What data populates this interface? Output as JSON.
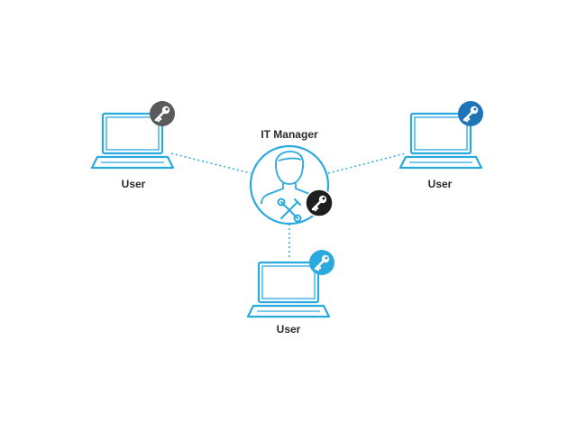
{
  "manager": {
    "label": "IT Manager",
    "person_icon": "person-icon",
    "tools_icon": "tools-icon",
    "key_icon": "key-icon",
    "key_badge_color": "#1e1e1e"
  },
  "users": [
    {
      "id": "left",
      "label": "User",
      "icon": "laptop-icon",
      "key_icon": "key-icon",
      "key_badge_color": "#5a5a5a"
    },
    {
      "id": "right",
      "label": "User",
      "icon": "laptop-icon",
      "key_icon": "key-icon",
      "key_badge_color": "#1f74b8"
    },
    {
      "id": "bottom",
      "label": "User",
      "icon": "laptop-icon",
      "key_icon": "key-icon",
      "key_badge_color": "#2aa9de"
    }
  ],
  "colors": {
    "accent": "#2aa9de",
    "connector": "#2aa9de",
    "text": "#2b2b2b"
  }
}
